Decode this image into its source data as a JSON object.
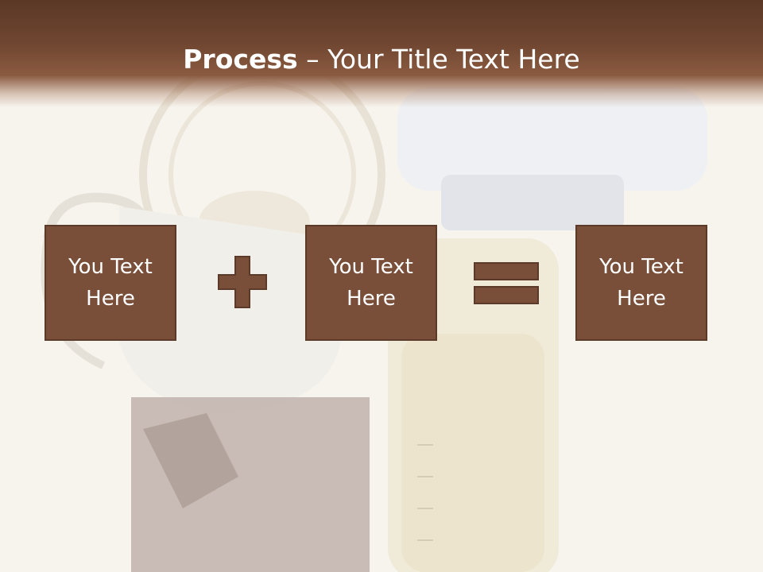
{
  "slide": {
    "title_bold": "Process",
    "title_rest": " – Your Title Text Here",
    "boxes": [
      {
        "text": "You Text\nHere"
      },
      {
        "text": "You Text\nHere"
      },
      {
        "text": "You Text\nHere"
      }
    ],
    "operators": [
      "plus-icon",
      "equals-icon"
    ]
  },
  "colors": {
    "header": "#6f4631",
    "box_fill": "#7a4f3a",
    "box_border": "#5b3a2a",
    "title_text": "#ffffff"
  }
}
